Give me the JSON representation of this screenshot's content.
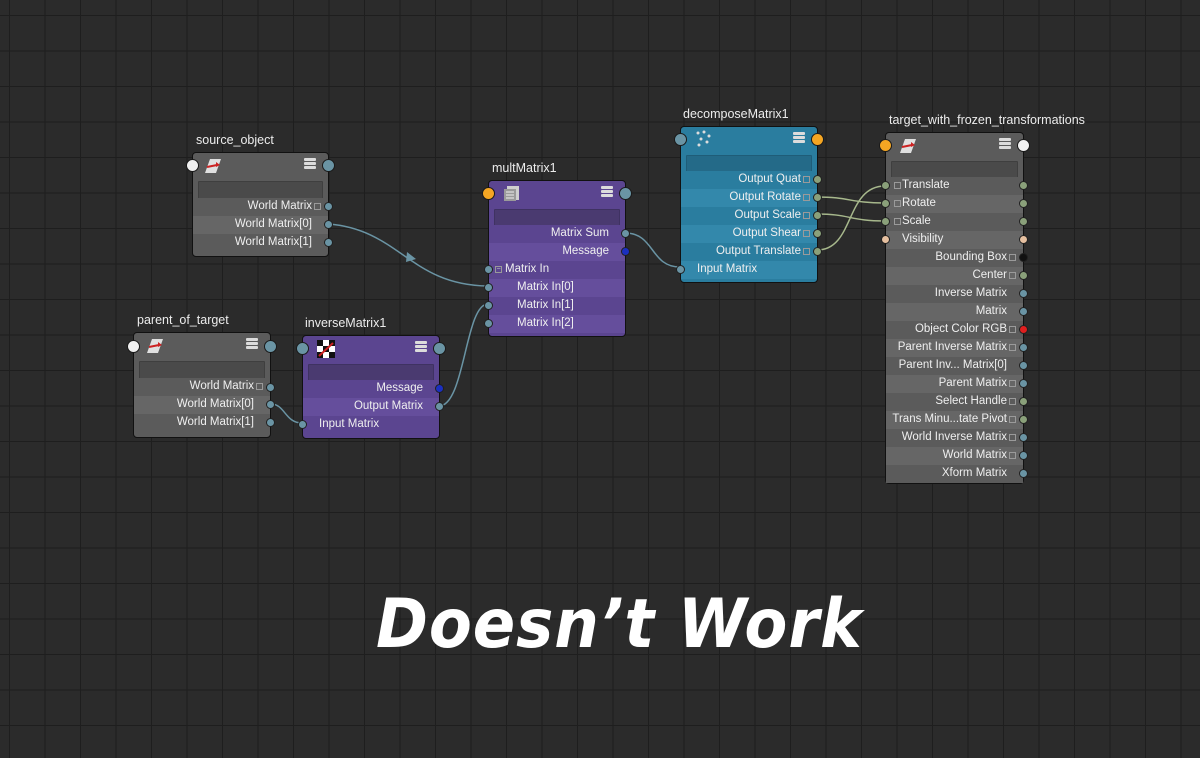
{
  "headline": "Doesn’t Work",
  "colors": {
    "transform_node": "#5b5b5b",
    "mult_node": "#5b4590",
    "inverse_node": "#5b4590",
    "decompose_node": "#2a7d9f",
    "port_blue": "#6a94a4",
    "port_green": "#8aa07a",
    "port_orange": "#f5a623",
    "port_dark_blue": "#1b2fc0",
    "port_red": "#e01f1f",
    "port_peach": "#e6c0a0"
  },
  "nodes": {
    "source_object": {
      "title": "source_object",
      "icon": "transform-icon",
      "rows": [
        "World Matrix",
        "World Matrix[0]",
        "World Matrix[1]"
      ]
    },
    "parent_of_target": {
      "title": "parent_of_target",
      "icon": "transform-icon",
      "rows": [
        "World Matrix",
        "World Matrix[0]",
        "World Matrix[1]"
      ]
    },
    "inverseMatrix1": {
      "title": "inverseMatrix1",
      "icon": "checker-icon",
      "rows": [
        "Message",
        "Output Matrix",
        "Input Matrix"
      ]
    },
    "multMatrix1": {
      "title": "multMatrix1",
      "icon": "matrix-icon",
      "rows": [
        "Matrix Sum",
        "Message",
        "Matrix In",
        "Matrix In[0]",
        "Matrix In[1]",
        "Matrix In[2]"
      ]
    },
    "decomposeMatrix1": {
      "title": "decomposeMatrix1",
      "icon": "decompose-icon",
      "rows": [
        "Output Quat",
        "Output Rotate",
        "Output Scale",
        "Output Shear",
        "Output Translate",
        "Input Matrix"
      ]
    },
    "target": {
      "title": "target_with_frozen_transformations",
      "icon": "transform-icon",
      "rows": [
        "Translate",
        "Rotate",
        "Scale",
        "Visibility",
        "Bounding Box",
        "Center",
        "Inverse Matrix",
        "Matrix",
        "Object Color RGB",
        "Parent Inverse Matrix",
        "Parent Inv... Matrix[0]",
        "Parent Matrix",
        "Select Handle",
        "Trans Minu...tate Pivot",
        "World Inverse Matrix",
        "World Matrix",
        "Xform Matrix"
      ]
    }
  }
}
